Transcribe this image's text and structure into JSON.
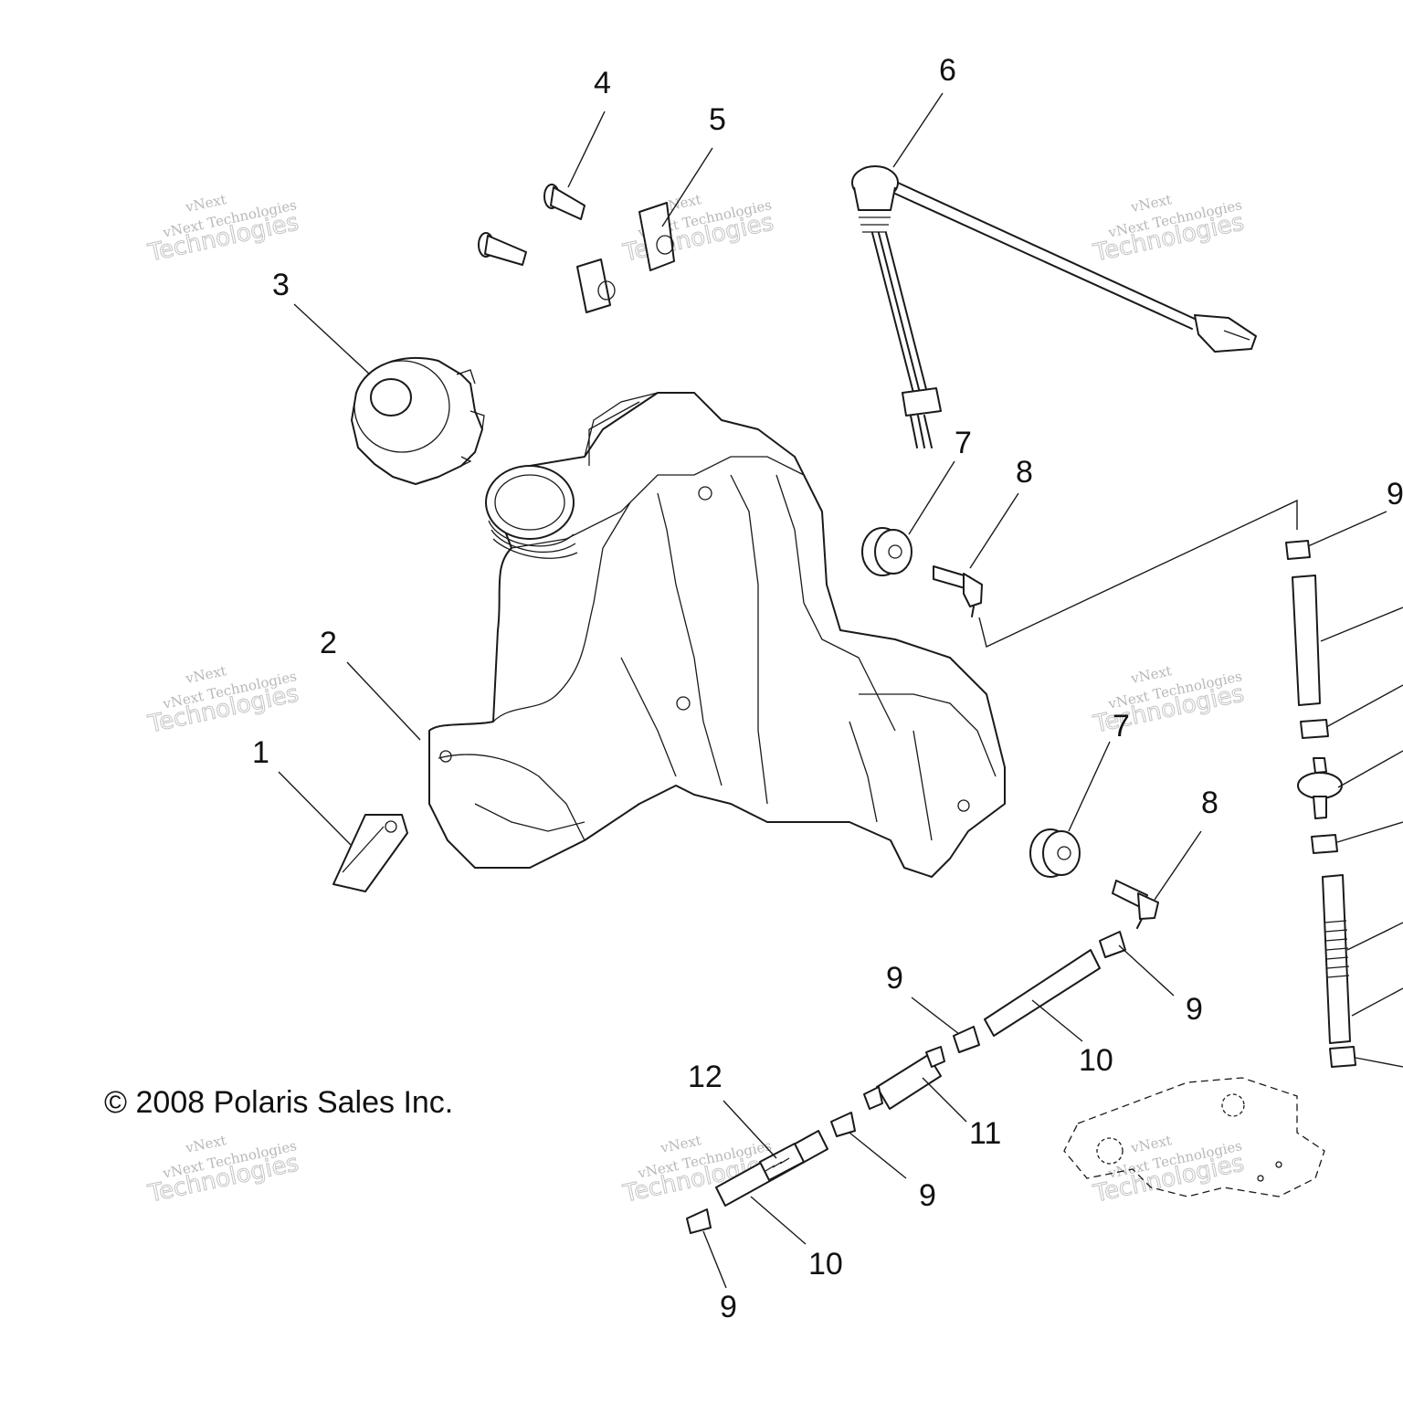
{
  "diagram": {
    "copyright": "© 2008 Polaris Sales Inc.",
    "watermark": {
      "line1": "vNext",
      "line2": "vNext Technologies",
      "line3": "Technologies"
    },
    "callouts": [
      {
        "id": "c1",
        "label": "1"
      },
      {
        "id": "c2",
        "label": "2"
      },
      {
        "id": "c3",
        "label": "3"
      },
      {
        "id": "c4",
        "label": "4"
      },
      {
        "id": "c5",
        "label": "5"
      },
      {
        "id": "c6",
        "label": "6"
      },
      {
        "id": "c7a",
        "label": "7"
      },
      {
        "id": "c7b",
        "label": "7"
      },
      {
        "id": "c8a",
        "label": "8"
      },
      {
        "id": "c8b",
        "label": "8"
      },
      {
        "id": "c9a",
        "label": "9"
      },
      {
        "id": "c9b",
        "label": "9"
      },
      {
        "id": "c9c",
        "label": "9"
      },
      {
        "id": "c9d",
        "label": "9"
      },
      {
        "id": "c9e",
        "label": "9"
      },
      {
        "id": "c10a",
        "label": "10"
      },
      {
        "id": "c10b",
        "label": "10"
      },
      {
        "id": "c11",
        "label": "11"
      },
      {
        "id": "c12",
        "label": "12"
      }
    ]
  }
}
